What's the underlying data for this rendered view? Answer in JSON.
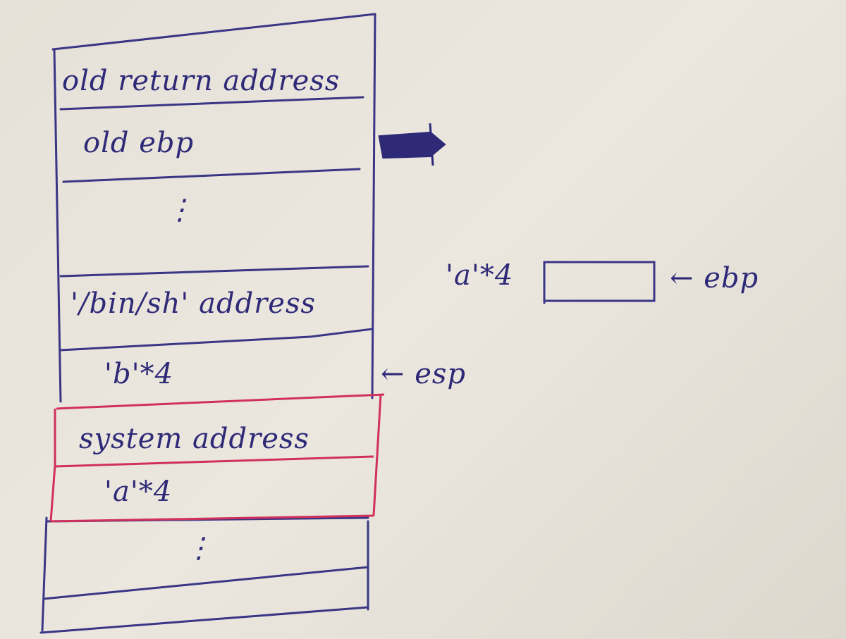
{
  "stack": {
    "rows": [
      {
        "label": "old return address"
      },
      {
        "label": "old ebp"
      },
      {
        "label": "⋮"
      },
      {
        "label": "'/bin/sh' address"
      },
      {
        "label": "'b'*4"
      },
      {
        "label": "system address"
      },
      {
        "label": "'a'*4"
      },
      {
        "label": "⋮"
      },
      {
        "label": ""
      }
    ],
    "esp_pointer": "← esp"
  },
  "side": {
    "value_label": "'a'*4",
    "ebp_pointer": "← ebp"
  },
  "colors": {
    "ink": "#2f2a78",
    "overwrite": "#d0305a",
    "paper": "#e8e4dc"
  }
}
